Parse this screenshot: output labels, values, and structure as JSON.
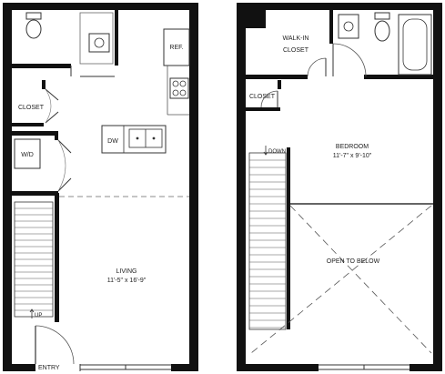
{
  "colors": {
    "wall": "#111111",
    "line": "#555555",
    "background": "#ffffff"
  },
  "labels": {
    "ref": "REF.",
    "closet_lower": "CLOSET",
    "wd": "W/D",
    "dw": "DW",
    "living": "LIVING",
    "living_dim": "11'-5\" x 16'-9\"",
    "up": "UP",
    "entry": "ENTRY",
    "walkin_line1": "WALK-IN",
    "walkin_line2": "CLOSET",
    "closet_upper": "CLOSET",
    "down": "DOWN",
    "bedroom": "BEDROOM",
    "bedroom_dim": "11'-7\" x 9'-10\"",
    "open_below": "OPEN TO BELOW"
  }
}
